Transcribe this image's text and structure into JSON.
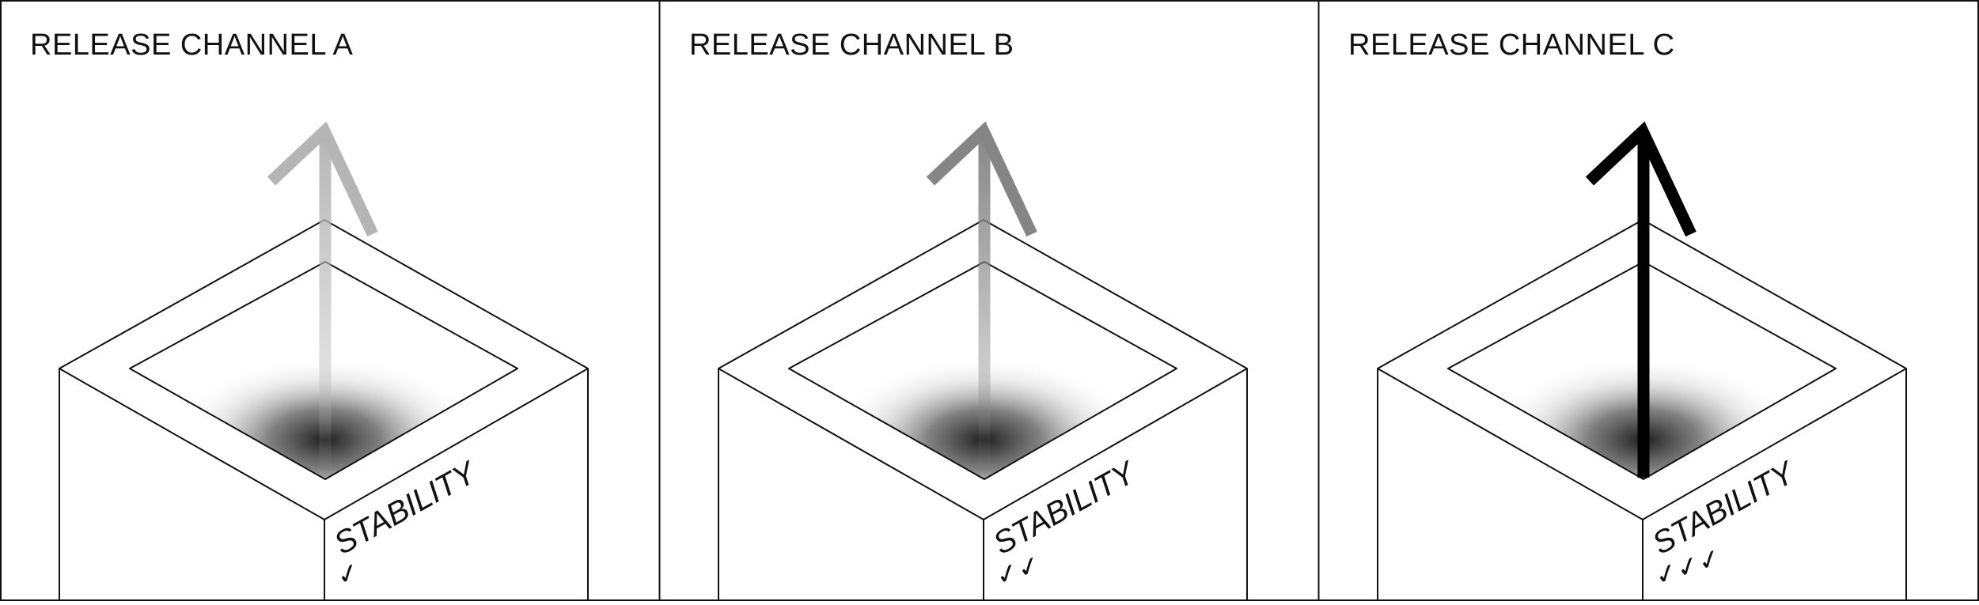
{
  "panels": [
    {
      "title": "RELEASE CHANNEL A",
      "stability_label": "STABILITY",
      "checks": "✓",
      "arrow_color": "#b5b5b5",
      "arrow_fade": true
    },
    {
      "title": "RELEASE CHANNEL B",
      "stability_label": "STABILITY",
      "checks": "✓✓",
      "arrow_color": "#858585",
      "arrow_fade": true
    },
    {
      "title": "RELEASE CHANNEL C",
      "stability_label": "STABILITY",
      "checks": "✓✓✓",
      "arrow_color": "#000000",
      "arrow_fade": false
    }
  ],
  "colors": {
    "line": "#111111",
    "shadow": "#2a2a2a",
    "background": "#ffffff"
  }
}
